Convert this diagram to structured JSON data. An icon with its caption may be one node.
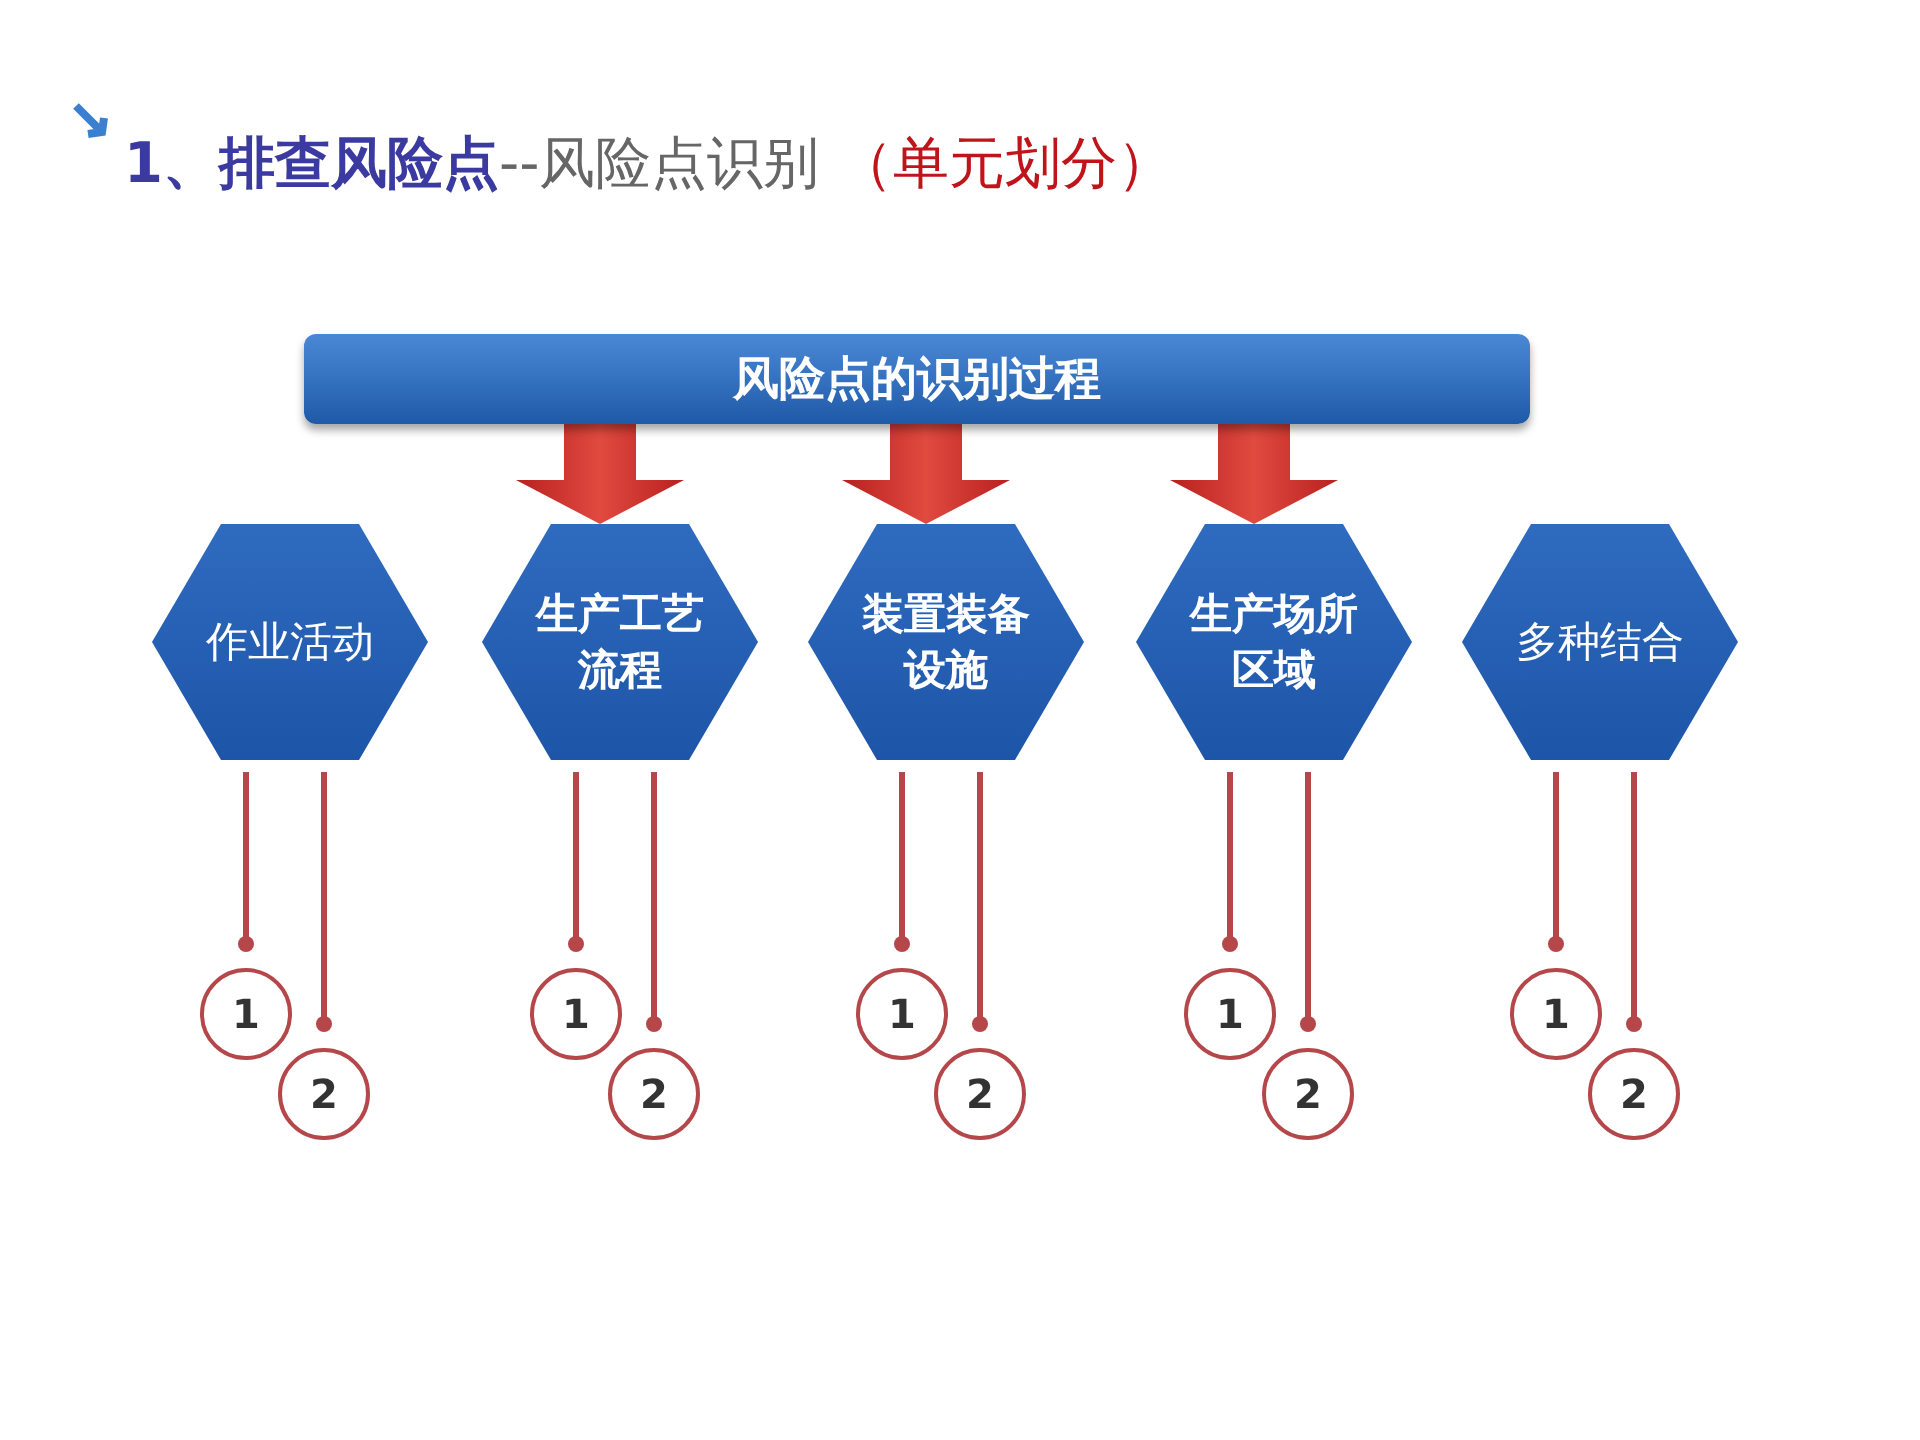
{
  "diagram": {
    "title": "**1、排查风险点**--风险点识别 *（单元划分）*",
    "nodes": [
      {
        "text": [
          "风险点的识别过程"
        ]
      },
      {
        "text": [
          "作业活动"
        ]
      },
      {
        "text": [
          "生产工艺流程"
        ]
      },
      {
        "text": [
          "装置装备设施"
        ]
      },
      {
        "text": [
          "生产场所区域"
        ]
      },
      {
        "text": [
          "多种结合"
        ]
      },
      {
        "text": [
          "1"
        ]
      },
      {
        "text": [
          "2"
        ]
      },
      {
        "text": [
          "1"
        ]
      },
      {
        "text": [
          "2"
        ]
      },
      {
        "text": [
          "1"
        ]
      },
      {
        "text": [
          "2"
        ]
      },
      {
        "text": [
          "1"
        ]
      },
      {
        "text": [
          "2"
        ]
      },
      {
        "text": [
          "1"
        ]
      },
      {
        "text": [
          "2"
        ]
      }
    ],
    "edges": [
      {
        "from": 0,
        "to": 2,
        "arrow": "to",
        "style": "thick"
      },
      {
        "from": 0,
        "to": 3,
        "arrow": "to",
        "style": "thick"
      },
      {
        "from": 0,
        "to": 4,
        "arrow": "to",
        "style": "thick"
      },
      {
        "from": 1,
        "to": 6,
        "arrow": "other"
      },
      {
        "from": 1,
        "to": 7,
        "arrow": "other"
      },
      {
        "from": 2,
        "to": 8,
        "arrow": "other"
      },
      {
        "from": 2,
        "to": 9,
        "arrow": "other"
      },
      {
        "from": 3,
        "to": 10,
        "arrow": "other"
      },
      {
        "from": 3,
        "to": 11,
        "arrow": "other"
      },
      {
        "from": 4,
        "to": 12,
        "arrow": "other"
      },
      {
        "from": 4,
        "to": 13,
        "arrow": "other"
      },
      {
        "from": 5,
        "to": 14,
        "arrow": "other"
      },
      {
        "from": 5,
        "to": 15,
        "arrow": "other"
      }
    ]
  }
}
